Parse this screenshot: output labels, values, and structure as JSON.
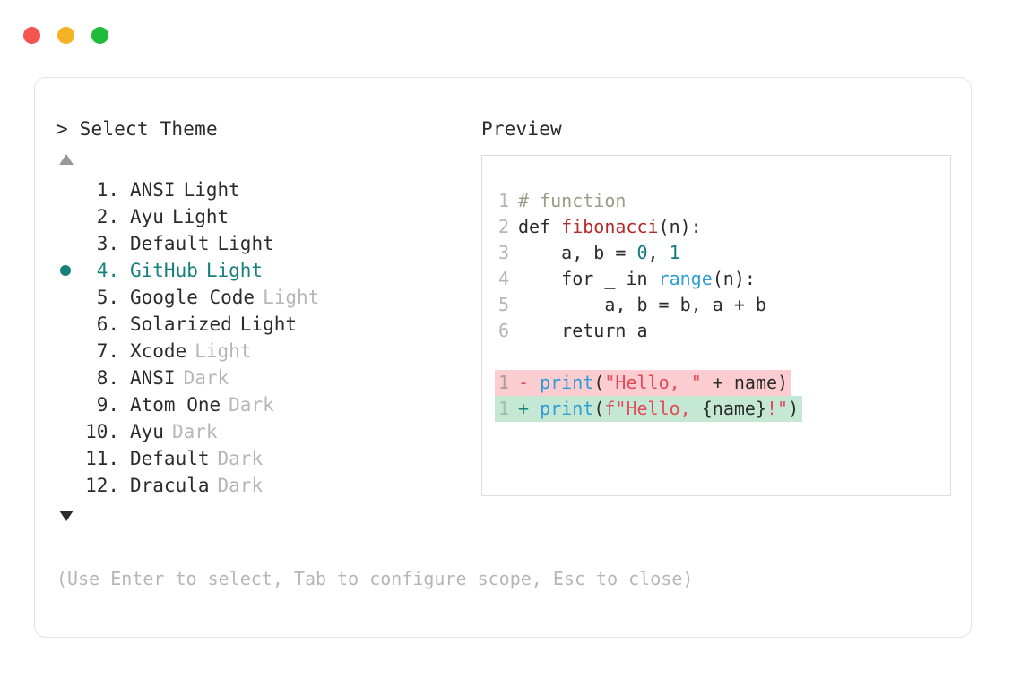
{
  "window": {
    "dots": [
      {
        "name": "close-dot",
        "color": "#f4554f"
      },
      {
        "name": "minimize-dot",
        "color": "#f5b324"
      },
      {
        "name": "maximize-dot",
        "color": "#1fbb3c"
      }
    ]
  },
  "left_panel": {
    "prompt": "> Select Theme",
    "scroll_up": "▲",
    "scroll_down": "▼",
    "selected_index": 4,
    "items": [
      {
        "index": "1.",
        "name": "ANSI",
        "suffix": "Light",
        "suffix_dim": false,
        "selected": false
      },
      {
        "index": "2.",
        "name": "Ayu",
        "suffix": "Light",
        "suffix_dim": false,
        "selected": false
      },
      {
        "index": "3.",
        "name": "Default",
        "suffix": "Light",
        "suffix_dim": false,
        "selected": false
      },
      {
        "index": "4.",
        "name": "GitHub",
        "suffix": "Light",
        "suffix_dim": false,
        "selected": true
      },
      {
        "index": "5.",
        "name": "Google Code",
        "suffix": "Light",
        "suffix_dim": true,
        "selected": false
      },
      {
        "index": "6.",
        "name": "Solarized",
        "suffix": "Light",
        "suffix_dim": false,
        "selected": false
      },
      {
        "index": "7.",
        "name": "Xcode",
        "suffix": "Light",
        "suffix_dim": true,
        "selected": false
      },
      {
        "index": "8.",
        "name": "ANSI",
        "suffix": "Dark",
        "suffix_dim": true,
        "selected": false
      },
      {
        "index": "9.",
        "name": "Atom One",
        "suffix": "Dark",
        "suffix_dim": true,
        "selected": false
      },
      {
        "index": "10.",
        "name": "Ayu",
        "suffix": "Dark",
        "suffix_dim": true,
        "selected": false
      },
      {
        "index": "11.",
        "name": "Default",
        "suffix": "Dark",
        "suffix_dim": true,
        "selected": false
      },
      {
        "index": "12.",
        "name": "Dracula",
        "suffix": "Dark",
        "suffix_dim": true,
        "selected": false
      }
    ]
  },
  "right_panel": {
    "title": "Preview",
    "code_lines": [
      {
        "ln": "1",
        "tokens": [
          {
            "t": "# function",
            "c": "tok-comment"
          }
        ]
      },
      {
        "ln": "2",
        "tokens": [
          {
            "t": "def ",
            "c": "tok-plain"
          },
          {
            "t": "fibonacci",
            "c": "tok-fn"
          },
          {
            "t": "(n):",
            "c": "tok-plain"
          }
        ]
      },
      {
        "ln": "3",
        "tokens": [
          {
            "t": "    a, b = ",
            "c": "tok-plain"
          },
          {
            "t": "0",
            "c": "tok-num"
          },
          {
            "t": ", ",
            "c": "tok-plain"
          },
          {
            "t": "1",
            "c": "tok-num"
          }
        ]
      },
      {
        "ln": "4",
        "tokens": [
          {
            "t": "    for _ in ",
            "c": "tok-plain"
          },
          {
            "t": "range",
            "c": "tok-builtin"
          },
          {
            "t": "(n):",
            "c": "tok-plain"
          }
        ]
      },
      {
        "ln": "5",
        "tokens": [
          {
            "t": "        a, b = b, a + b",
            "c": "tok-plain"
          }
        ]
      },
      {
        "ln": "6",
        "tokens": [
          {
            "t": "    return a",
            "c": "tok-plain"
          }
        ]
      }
    ],
    "diff_lines": [
      {
        "kind": "del",
        "ln": "1",
        "tokens": [
          {
            "t": "- ",
            "c": "tok-del"
          },
          {
            "t": "print",
            "c": "tok-builtin"
          },
          {
            "t": "(",
            "c": "tok-plain"
          },
          {
            "t": "\"Hello, \"",
            "c": "tok-str"
          },
          {
            "t": " + name)",
            "c": "tok-plain"
          }
        ]
      },
      {
        "kind": "add",
        "ln": "1",
        "tokens": [
          {
            "t": "+ ",
            "c": "tok-add"
          },
          {
            "t": "print",
            "c": "tok-builtin"
          },
          {
            "t": "(",
            "c": "tok-plain"
          },
          {
            "t": "f\"Hello, ",
            "c": "tok-str"
          },
          {
            "t": "{name}",
            "c": "tok-plain"
          },
          {
            "t": "!\"",
            "c": "tok-str"
          },
          {
            "t": ")",
            "c": "tok-plain"
          }
        ]
      }
    ]
  },
  "footer": {
    "hint": "(Use Enter to select, Tab to configure scope, Esc to close)"
  },
  "colors": {
    "accent_teal": "#16807c",
    "dim_gray": "#b6b6b6",
    "text": "#2b2b2b",
    "diff_del_bg": "#fbcdd0",
    "diff_add_bg": "#c5e8d5"
  }
}
